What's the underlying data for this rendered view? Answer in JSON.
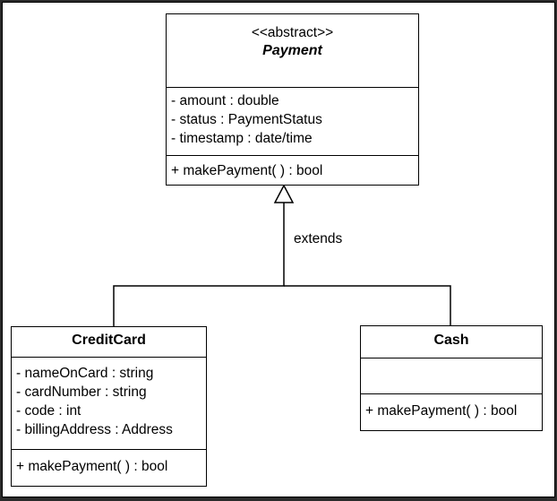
{
  "payment": {
    "stereotype": "<<abstract>>",
    "name": "Payment",
    "attributes": [
      "- amount : double",
      "- status : PaymentStatus",
      "- timestamp : date/time"
    ],
    "methods": [
      "+ makePayment( ) : bool"
    ]
  },
  "credit_card": {
    "name": "CreditCard",
    "attributes": [
      "- nameOnCard : string",
      "- cardNumber : string",
      "- code : int",
      "- billingAddress : Address"
    ],
    "methods": [
      "+ makePayment( ) : bool"
    ]
  },
  "cash": {
    "name": "Cash",
    "attributes": [],
    "methods": [
      "+ makePayment( ) : bool"
    ]
  },
  "relation": {
    "label": "extends"
  }
}
